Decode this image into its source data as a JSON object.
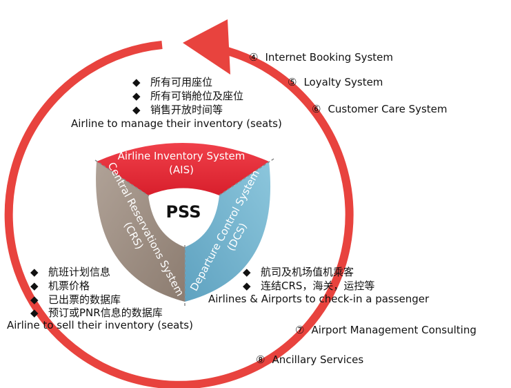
{
  "center_label": "PSS",
  "segments": {
    "ais": {
      "line1": "Airline Inventory System",
      "line2": "(AIS)"
    },
    "crs": {
      "line1": "Central Reservations System",
      "line2": "(CRS)"
    },
    "dcs": {
      "line1": "Departure Control System",
      "line2": "(DCS)"
    }
  },
  "ais_notes": {
    "bullets": [
      "所有可用座位",
      "所有可销舱位及座位",
      "销售开放时间等"
    ],
    "caption": "Airline to manage their inventory (seats)"
  },
  "crs_notes": {
    "bullets": [
      "航班计划信息",
      "机票价格",
      "已出票的数据库",
      "预订或PNR信息的数据库"
    ],
    "caption": "Airline to sell their inventory (seats)"
  },
  "dcs_notes": {
    "bullets": [
      "航司及机场值机乘客",
      "连结CRS，海关，运控等"
    ],
    "caption": "Airlines & Airports to check-in a passenger"
  },
  "bullet_glyph": "◆",
  "services": [
    {
      "num": "④",
      "label": "Internet Booking System"
    },
    {
      "num": "⑤",
      "label": "Loyalty System"
    },
    {
      "num": "⑥",
      "label": "Customer Care System"
    },
    {
      "num": "⑦",
      "label": "Airport Management Consulting"
    },
    {
      "num": "⑧",
      "label": "Ancillary Services"
    }
  ],
  "colors": {
    "ring": "#e8433e",
    "ais": "#e42a36",
    "crs": "#a39388",
    "dcs": "#7ab6cf"
  }
}
